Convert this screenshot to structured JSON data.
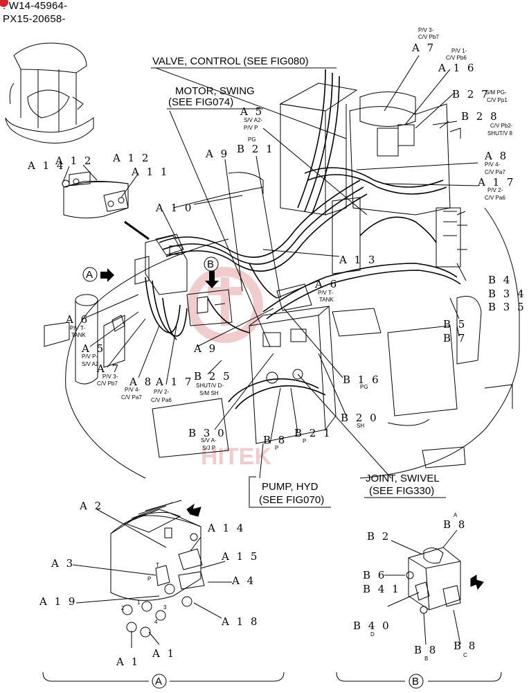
{
  "serials": [
    "W14-45964-",
    "PX15-20658-"
  ],
  "callouts": {
    "valve_control": "VALVE, CONTROL (SEE FIG080)",
    "motor_swing_1": "MOTOR, SWING",
    "motor_swing_2": "(SEE FIG074)",
    "pump_hyd_1": "PUMP, HYD",
    "pump_hyd_2": "(SEE FIG070)",
    "joint_swivel_1": "JOINT, SWIVEL",
    "joint_swivel_2": "(SEE FIG330)"
  },
  "refs": {
    "A7": "A 7",
    "A16": "A 1 6",
    "B27": "B 2 7",
    "B28": "B 2 8",
    "A5": "A 5",
    "A9": "A 9",
    "B21": "B 2 1",
    "A8": "A 8",
    "A17": "A 1 7",
    "A12": "A 1 2",
    "A14": "A 1 4",
    "A11": "A 1 1",
    "A10": "A 1 0",
    "A13": "A 1 3",
    "B4": "B 4",
    "B34": "B 3 4",
    "B35": "B 3 5",
    "A6": "A 6",
    "B5": "B 5",
    "B7": "B 7",
    "B16": "B 1 6",
    "B25": "B 2 5",
    "B20": "B 2 0",
    "B30": "B 3 0",
    "B8": "B 8",
    "A2": "A 2",
    "A15": "A 1 5",
    "A3": "A 3",
    "A4": "A 4",
    "A19": "A 1 9",
    "A18": "A 1 8",
    "A1": "A 1",
    "B2": "B 2",
    "B6": "B 6",
    "B41": "B 4 1",
    "B40": "B 4 0"
  },
  "notes": {
    "pv3_pb7": "P/V 3-",
    "pv3_pb7_b": "C/V Pb7",
    "pv1_pb6": "P/V 1-",
    "pv1_pb6_b": "C/V Pb6",
    "sm_pg": "S/M PG-",
    "sm_pg_b": "C/V Pp1",
    "cv_pb2": "C/V Pb2-",
    "cv_pb2_b": "SHUT/V 8",
    "sv_a2": "S/V A2-",
    "sv_a2_b": "P/V P",
    "pg": "PG",
    "pv4_pa7": "P/V 4-",
    "pv4_pa7_b": "C/V Pa7",
    "pv2_pa6": "P/V 2-",
    "pv2_pa6_b": "C/V Pa6",
    "pvt_tank": "P/V T-",
    "pvt_tank_b": "TANK",
    "pvp_sva2": "P/V P-",
    "pvp_sva2_b": "S/V A2",
    "pv3_b": "P/V 3-",
    "pv3_b2": "C/V Pb7",
    "pv4_b": "P/V 4-",
    "pv4_b2": "C/V Pa7",
    "pv2_b": "P/V 2-",
    "pv2_b2": "C/V Pa6",
    "shut_d": "SHUT/V D-",
    "shut_d_b": "S/M SH",
    "sva_p": "S/V A-",
    "sva_p_b": "S/J P",
    "p": "P",
    "sh": "SH",
    "pg2": "PG",
    "t": "T",
    "A": "A",
    "B": "B",
    "C": "C",
    "D": "D",
    "n1": "1",
    "n2": "2",
    "n3": "3",
    "n4": "4"
  },
  "view_markers": {
    "a": "A",
    "b": "B"
  },
  "watermark": "HITEK",
  "colors": {
    "line": "#000000",
    "watermark": "#e6a3a3",
    "badge": "#d5232b"
  }
}
